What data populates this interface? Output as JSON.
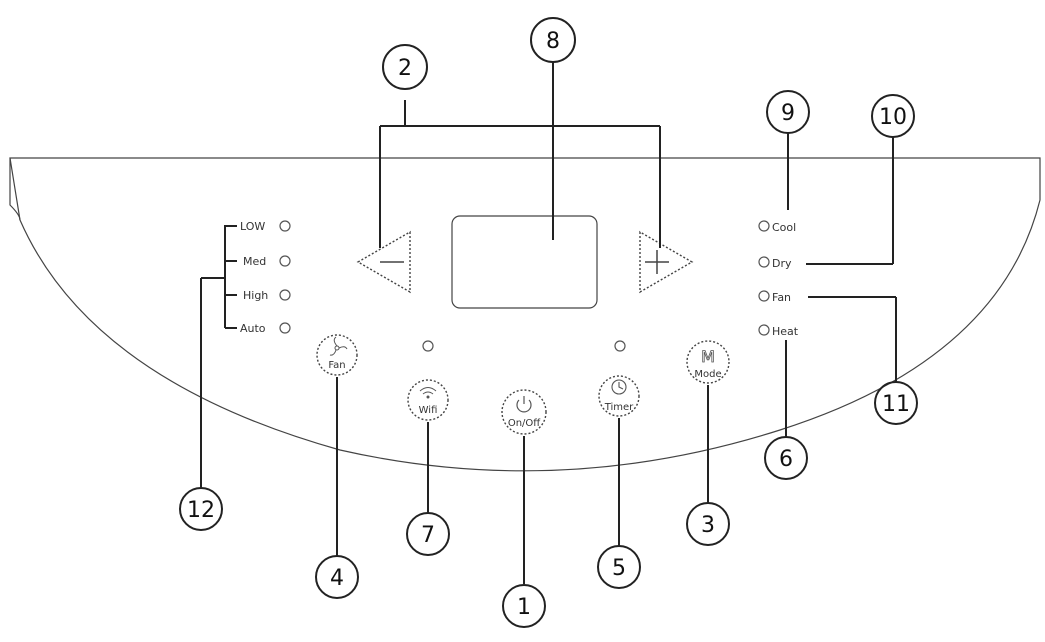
{
  "panel": {
    "speed_labels": [
      "LOW",
      "Med",
      "High",
      "Auto"
    ],
    "mode_labels": [
      "Cool",
      "Dry",
      "Fan",
      "Heat"
    ],
    "buttons": {
      "fan": "Fan",
      "wifi": "Wifi",
      "onoff": "On/Off",
      "timer": "Timer",
      "mode": "Mode",
      "mode_glyph": "M"
    }
  },
  "callouts": [
    "1",
    "2",
    "3",
    "4",
    "5",
    "6",
    "7",
    "8",
    "9",
    "10",
    "11",
    "12"
  ]
}
